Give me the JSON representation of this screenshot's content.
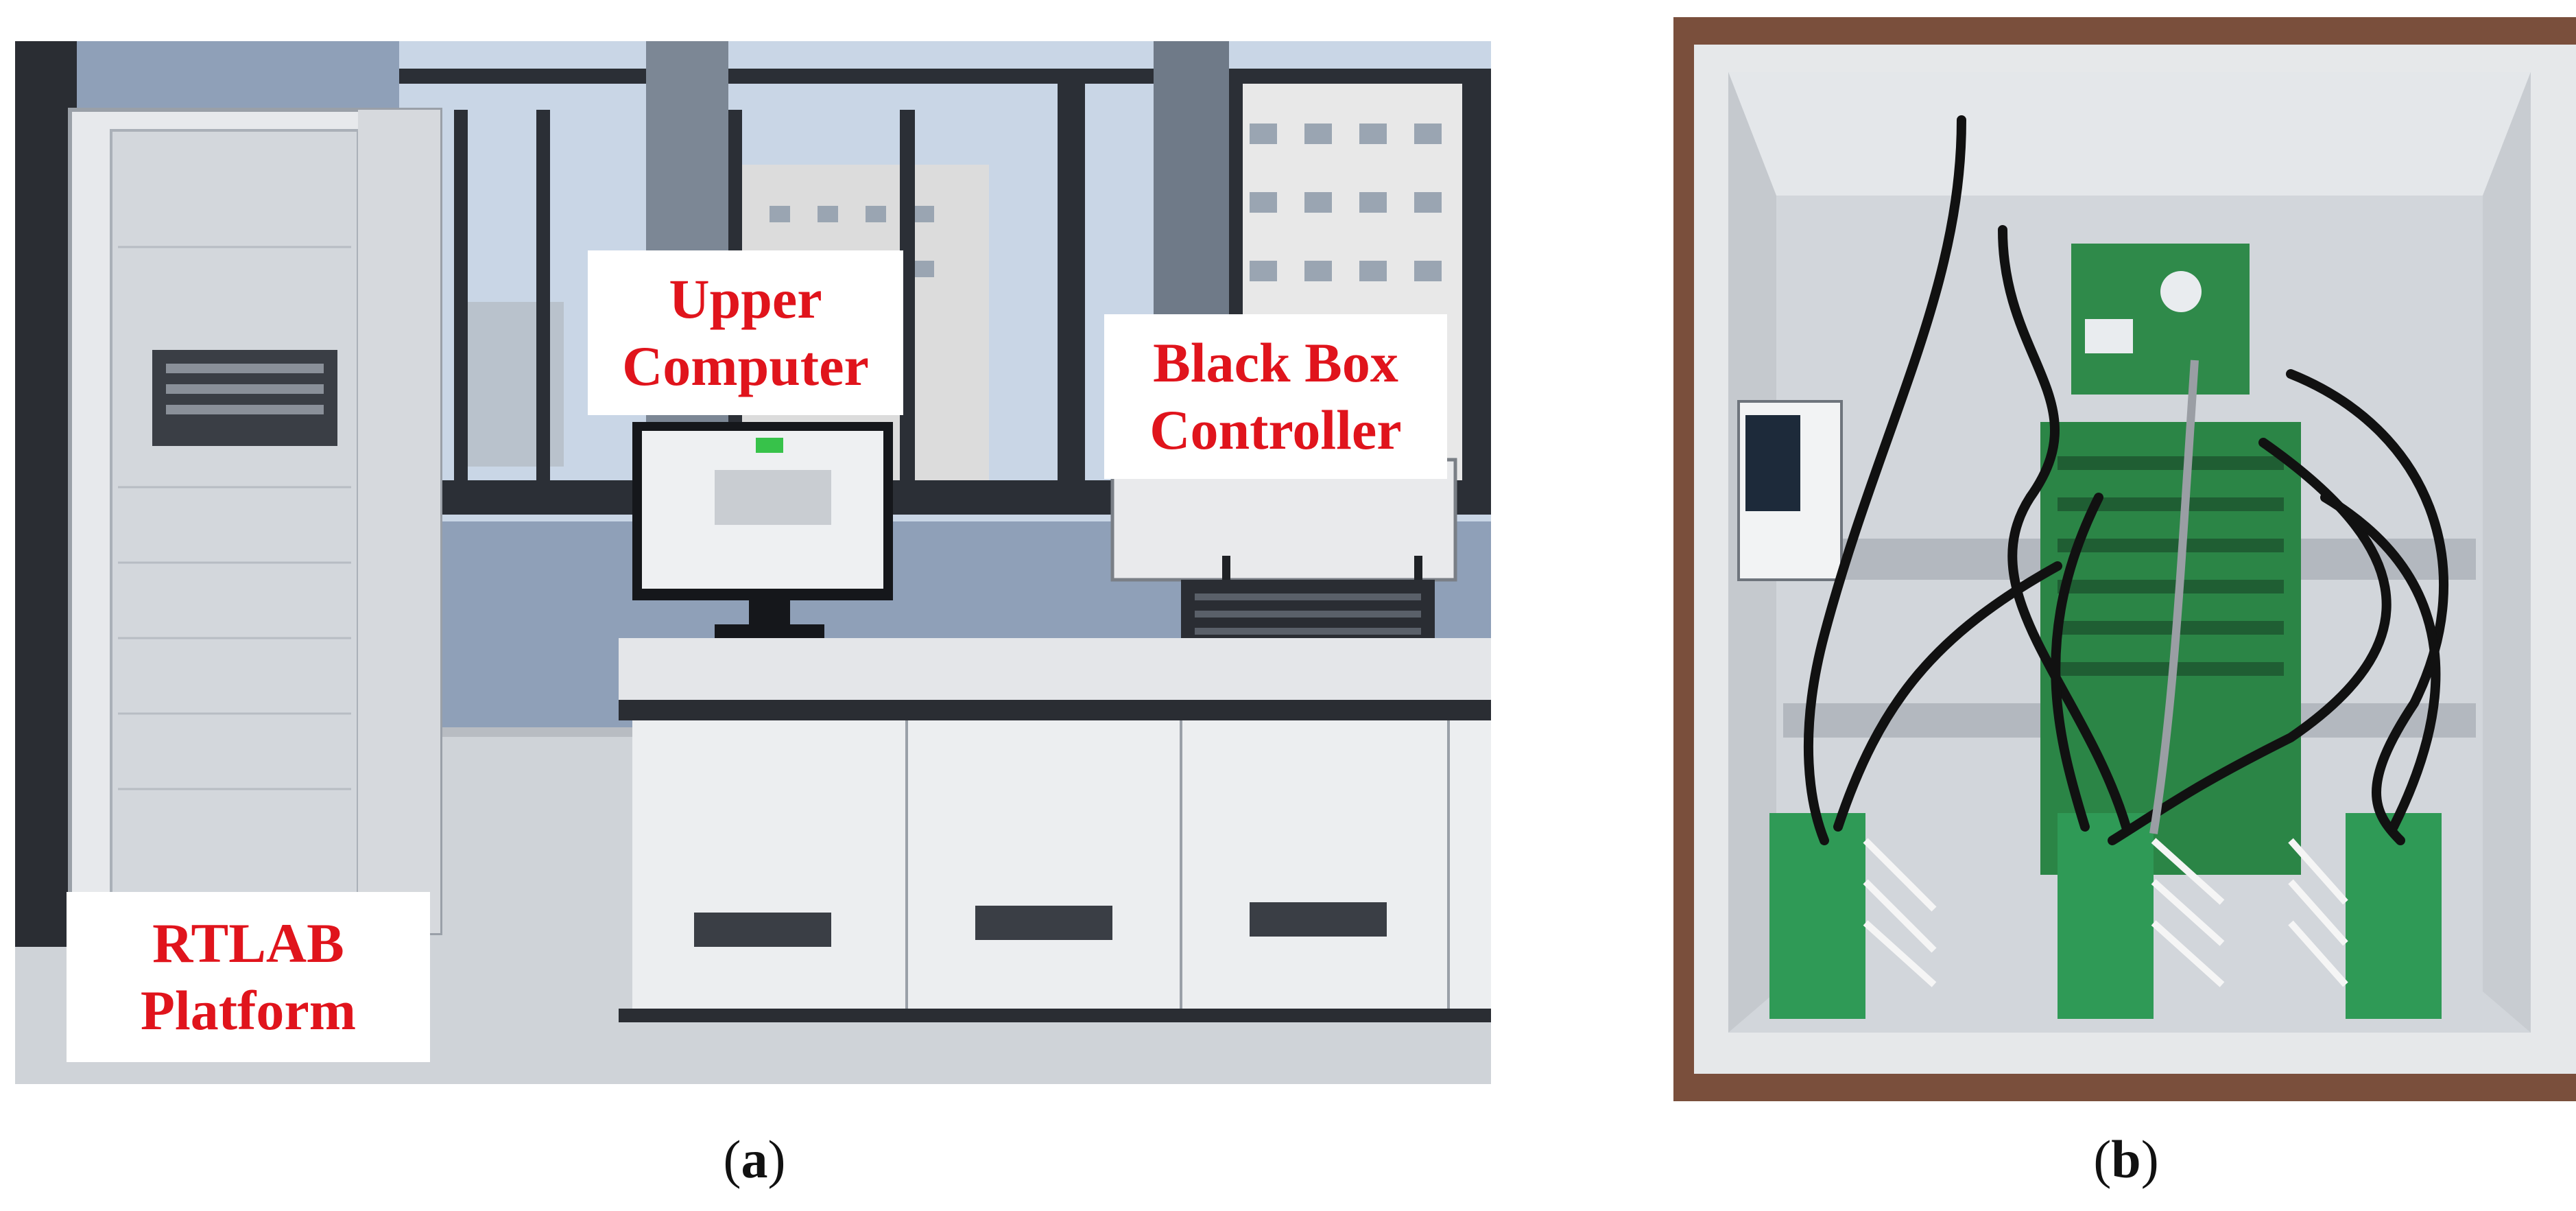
{
  "panel_a": {
    "labels": {
      "upper_computer": [
        "Upper",
        "Computer"
      ],
      "black_box_controller": [
        "Black Box",
        "Controller"
      ],
      "rtlab_platform": [
        "RTLAB",
        "Platform"
      ]
    },
    "caption_letter": "a"
  },
  "panel_b": {
    "caption_letter": "b"
  },
  "colors": {
    "label_text": "#e0141c",
    "label_bg": "#ffffff"
  }
}
